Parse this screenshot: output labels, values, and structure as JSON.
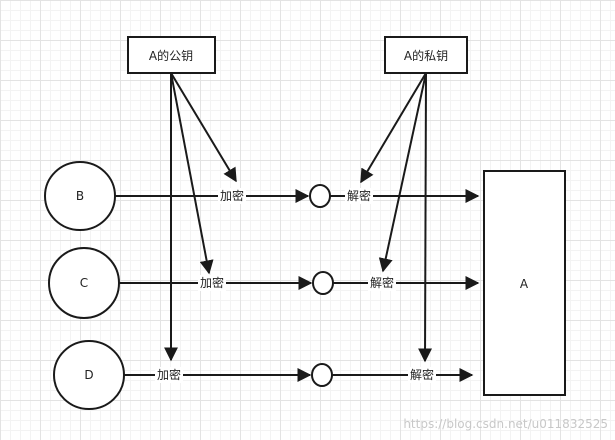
{
  "public_key": "A的公钥",
  "private_key": "A的私钥",
  "senders": [
    "B",
    "C",
    "D"
  ],
  "encrypt": "加密",
  "decrypt": "解密",
  "receiver": "A",
  "watermark": "https://blog.csdn.net/u011832525",
  "colors": {
    "line": "#1a1a1a",
    "grid": "#e3e3e3",
    "watermark": "#c8c8c8"
  }
}
